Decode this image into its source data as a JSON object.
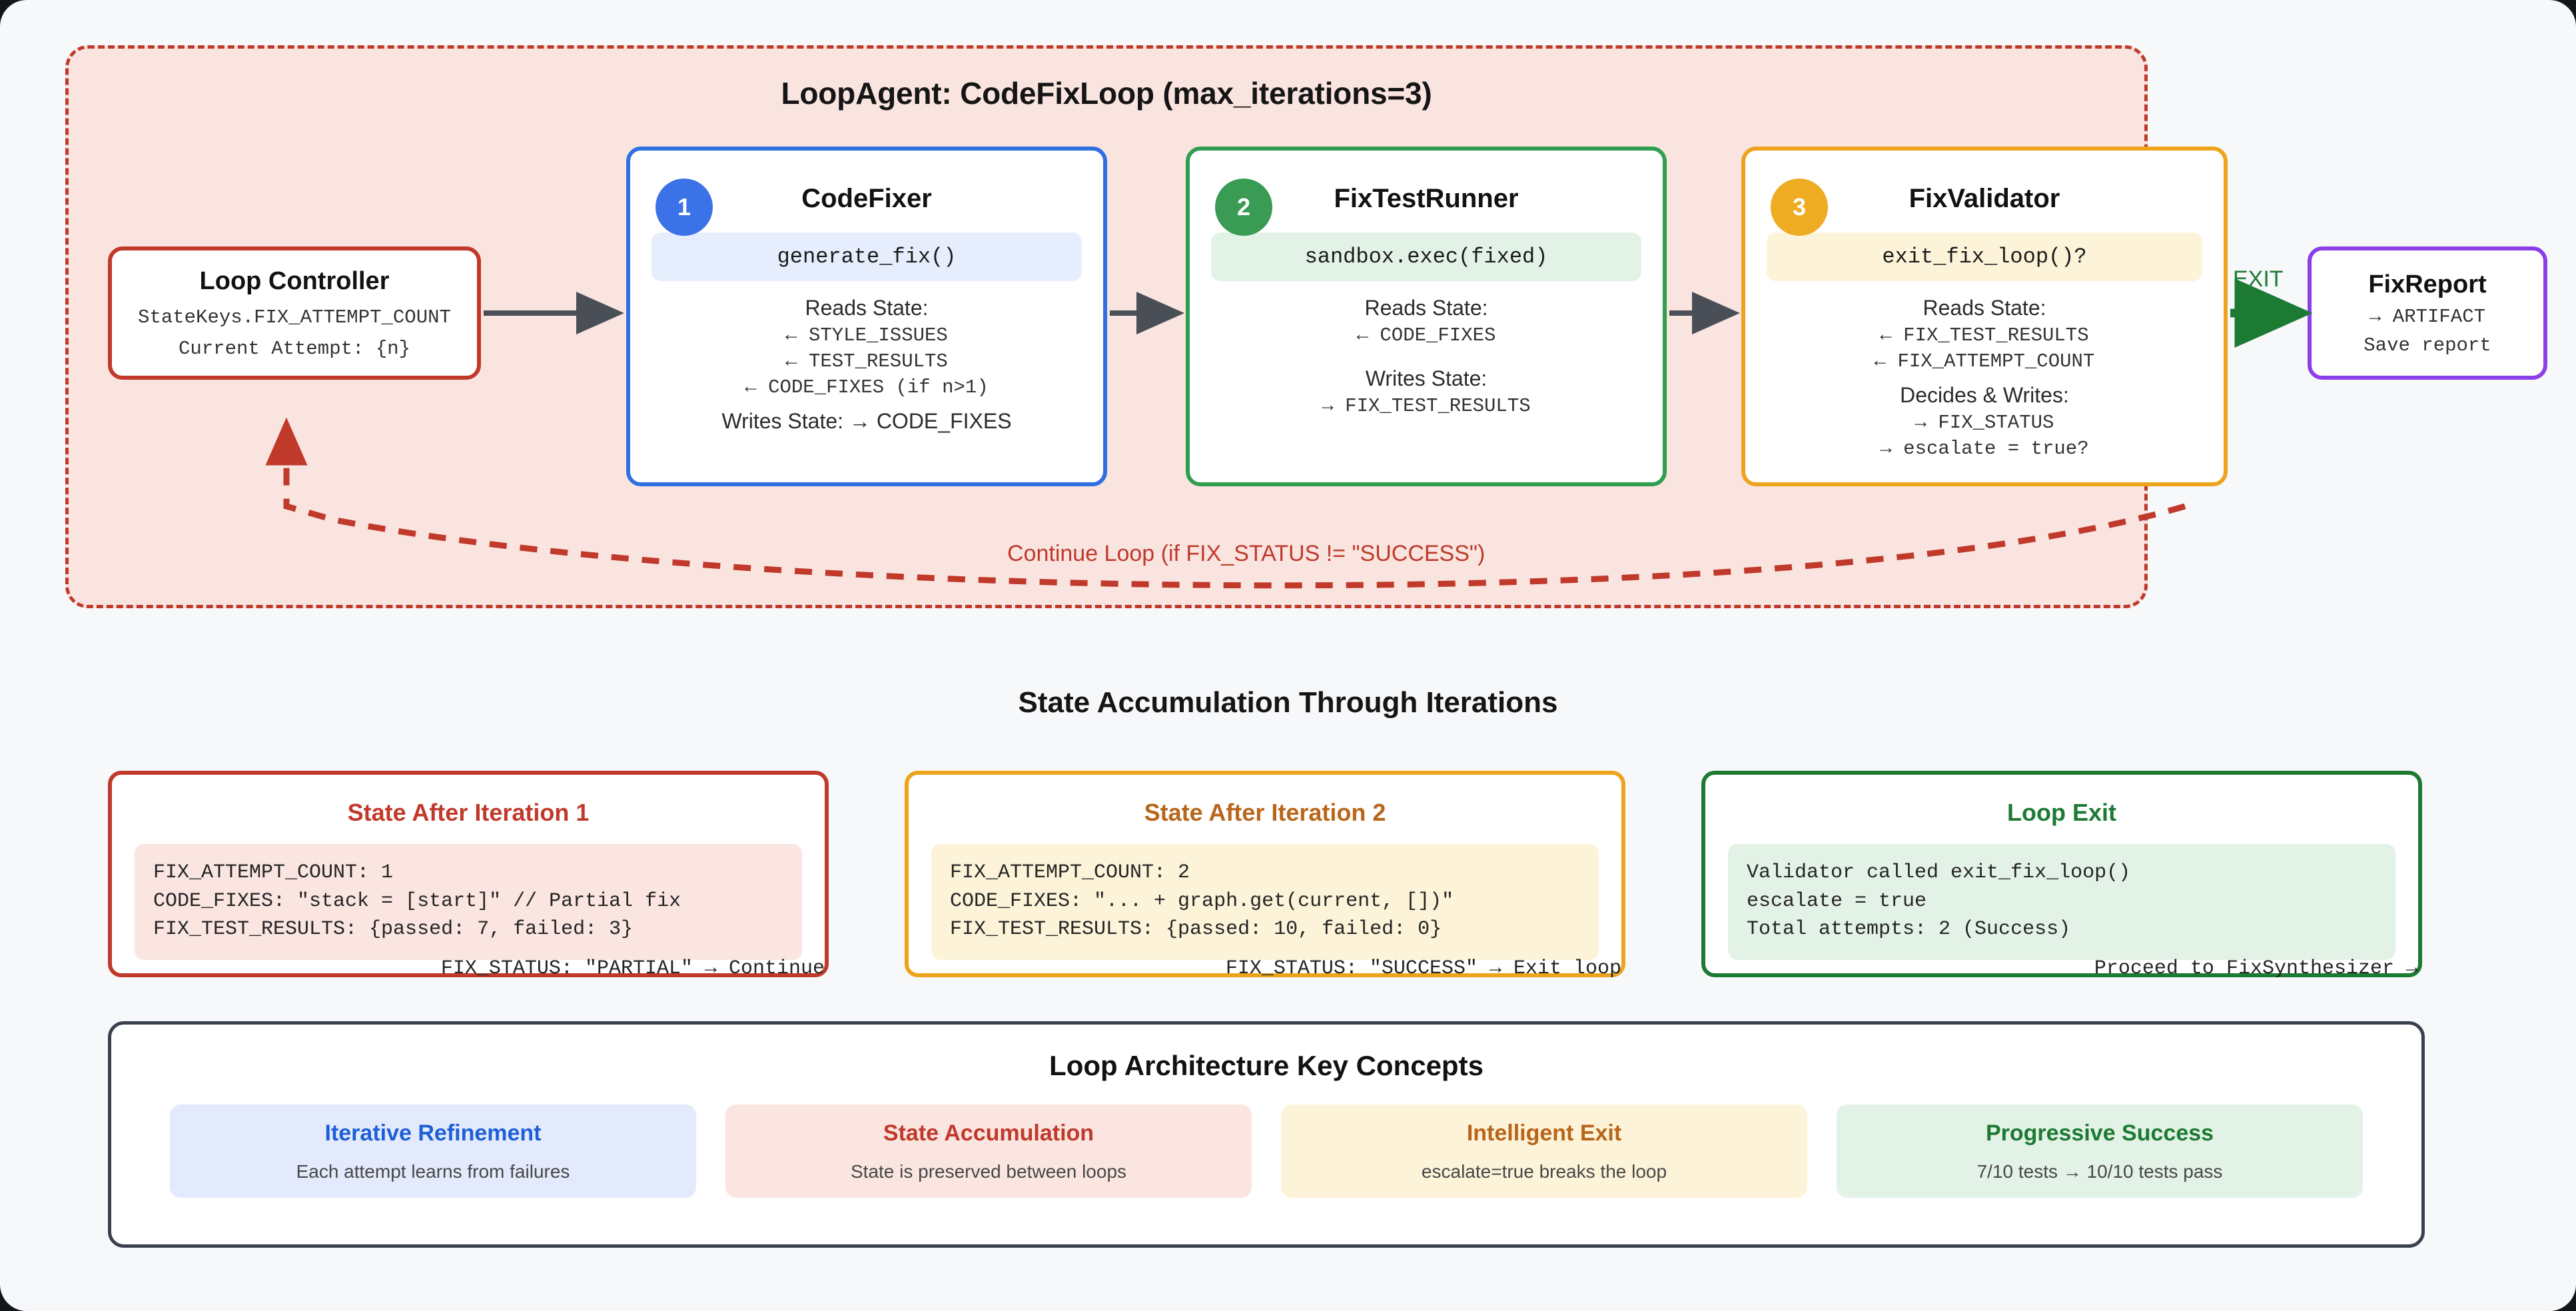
{
  "loop": {
    "title": "LoopAgent: CodeFixLoop (max_iterations=3)",
    "controller": {
      "title": "Loop Controller",
      "line1": "StateKeys.FIX_ATTEMPT_COUNT",
      "line2": "Current Attempt: {n}"
    },
    "nodes": [
      {
        "badge": "1",
        "title": "CodeFixer",
        "fn": "generate_fix()",
        "reads_label": "Reads State:",
        "reads": [
          "← STYLE_ISSUES",
          "← TEST_RESULTS",
          "← CODE_FIXES (if n>1)"
        ],
        "writes_label": "Writes State: → CODE_FIXES",
        "writes": []
      },
      {
        "badge": "2",
        "title": "FixTestRunner",
        "fn": "sandbox.exec(fixed)",
        "reads_label": "Reads State:",
        "reads": [
          "← CODE_FIXES"
        ],
        "writes_label": "Writes State:",
        "writes": [
          "→ FIX_TEST_RESULTS"
        ]
      },
      {
        "badge": "3",
        "title": "FixValidator",
        "fn": "exit_fix_loop()?",
        "reads_label": "Reads State:",
        "reads": [
          "← FIX_TEST_RESULTS",
          "← FIX_ATTEMPT_COUNT"
        ],
        "writes_label": "Decides & Writes:",
        "writes": [
          "→ FIX_STATUS",
          "→ escalate = true?"
        ]
      }
    ],
    "exit_label": "EXIT",
    "continue_label": "Continue Loop (if FIX_STATUS != \"SUCCESS\")",
    "report": {
      "title": "FixReport",
      "line1": "→ ARTIFACT",
      "line2": "Save report"
    }
  },
  "state_section": {
    "heading": "State Accumulation Through Iterations",
    "cards": [
      {
        "title": "State After Iteration 1",
        "lines": [
          "FIX_ATTEMPT_COUNT: 1",
          "CODE_FIXES: \"stack = [start]\" // Partial fix",
          "FIX_TEST_RESULTS: {passed: 7, failed: 3}"
        ],
        "footer": "FIX_STATUS: \"PARTIAL\" → Continue"
      },
      {
        "title": "State After Iteration 2",
        "lines": [
          "FIX_ATTEMPT_COUNT: 2",
          "CODE_FIXES: \"... + graph.get(current, [])\"",
          "FIX_TEST_RESULTS: {passed: 10, failed: 0}"
        ],
        "footer": "FIX_STATUS: \"SUCCESS\" → Exit loop"
      },
      {
        "title": "Loop Exit",
        "lines": [
          "Validator called exit_fix_loop()",
          "escalate = true",
          "Total attempts: 2 (Success)"
        ],
        "footer": "Proceed to FixSynthesizer →"
      }
    ]
  },
  "key_concepts": {
    "title": "Loop Architecture Key Concepts",
    "cards": [
      {
        "heading": "Iterative Refinement",
        "text": "Each attempt learns from failures"
      },
      {
        "heading": "State Accumulation",
        "text": "State is preserved between loops"
      },
      {
        "heading": "Intelligent Exit",
        "text": "escalate=true breaks the loop"
      },
      {
        "heading": "Progressive Success",
        "text": "7/10 tests → 10/10 tests pass"
      }
    ]
  },
  "colors": {
    "loop_bg": "#f9e4e0",
    "loop_border": "#c0392b",
    "codefixer": "#2f6fe0",
    "fixtestrunner": "#2f9e4f",
    "fixvalidator": "#eda31c",
    "fixreport": "#8b3fe8",
    "exit_arrow": "#1d7a33"
  }
}
